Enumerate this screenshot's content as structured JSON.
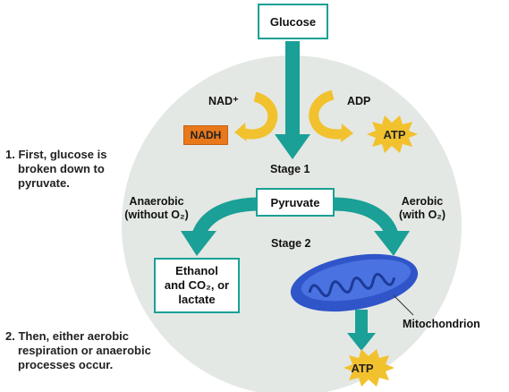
{
  "nodes": {
    "glucose": "Glucose",
    "pyruvate": "Pyruvate",
    "end_products": [
      "Ethanol",
      "and CO₂, or",
      "lactate"
    ]
  },
  "labels": {
    "nad": "NAD⁺",
    "adp": "ADP",
    "nadh": "NADH",
    "atp_top": "ATP",
    "atp_bottom": "ATP",
    "stage1": "Stage 1",
    "stage2": "Stage 2",
    "anaerobic": [
      "Anaerobic",
      "(without O₂)"
    ],
    "aerobic": [
      "Aerobic",
      "(with O₂)"
    ],
    "mitochondrion": "Mitochondrion"
  },
  "notes": {
    "step1": [
      "1. First, glucose is",
      "broken down to",
      "pyruvate."
    ],
    "step2": [
      "2. Then, either aerobic",
      "respiration or anaerobic",
      "processes occur."
    ]
  },
  "colors": {
    "teal": "#1aa096",
    "circle": "#e3e8e4",
    "yellow": "#f2c12e",
    "nadh_orange": "#e8781a",
    "mito_blue": "#2f55c9"
  }
}
